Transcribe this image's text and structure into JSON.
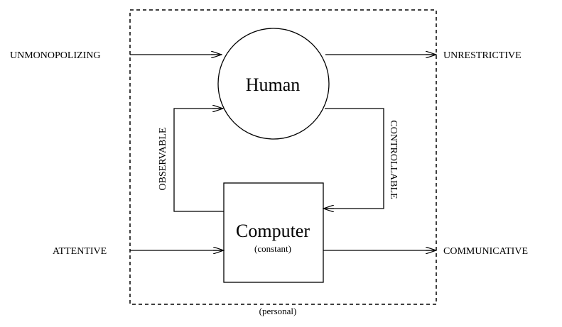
{
  "diagram": {
    "inputs": {
      "top": "UNMONOPOLIZING",
      "bottom": "ATTENTIVE"
    },
    "outputs": {
      "top": "UNRESTRICTIVE",
      "bottom": "COMMUNICATIVE"
    },
    "human": {
      "label": "Human"
    },
    "computer": {
      "label": "Computer",
      "sublabel": "(constant)"
    },
    "loop": {
      "left": "OBSERVABLE",
      "right": "CONTROLLABLE"
    },
    "boundary": {
      "label": "(personal)"
    },
    "colors": {
      "stroke": "#000000",
      "background": "#ffffff"
    }
  }
}
